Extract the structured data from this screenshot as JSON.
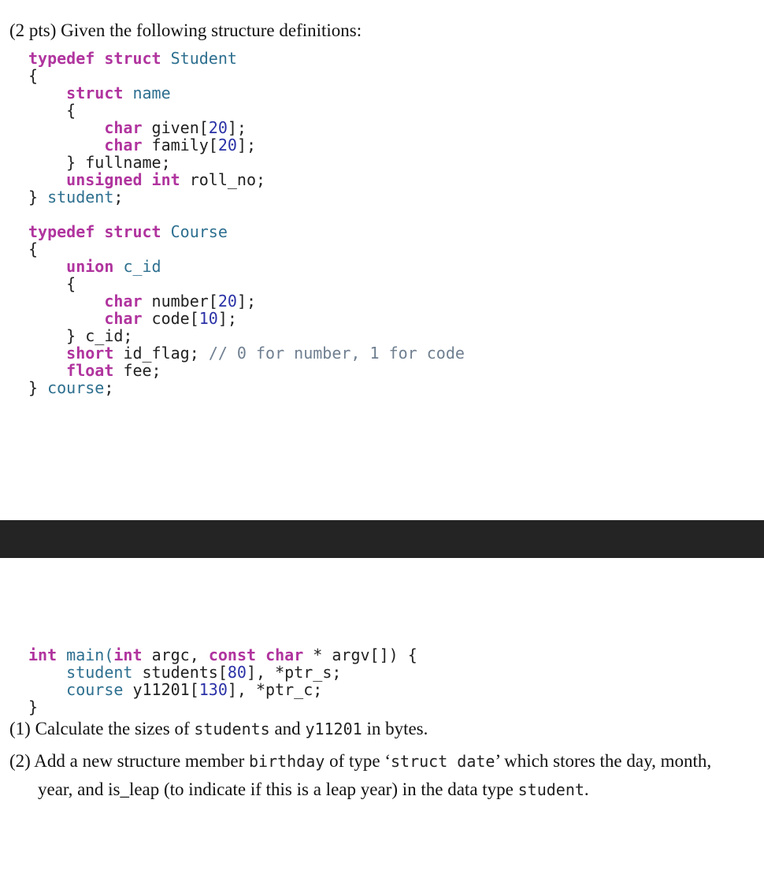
{
  "heading": "(2 pts) Given the following structure definitions:",
  "code1": {
    "l1_kw": "typedef struct",
    "l1_ty": "Student",
    "l2": "{",
    "l3_kw": "struct",
    "l3_ty": "name",
    "l4": "{",
    "l5_kw": "char",
    "l5_name": "given[",
    "l5_num": "20",
    "l5_end": "];",
    "l6_kw": "char",
    "l6_name": "family[",
    "l6_num": "20",
    "l6_end": "];",
    "l7": "} fullname;",
    "l8_kw": "unsigned int",
    "l8_rest": "roll_no;",
    "l9_brace": "}",
    "l9_ty": "student",
    "l9_end": ";",
    "l11_kw": "typedef struct",
    "l11_ty": "Course",
    "l12": "{",
    "l13_kw": "union",
    "l13_ty": "c_id",
    "l14": "{",
    "l15_kw": "char",
    "l15_name": "number[",
    "l15_num": "20",
    "l15_end": "];",
    "l16_kw": "char",
    "l16_name": "code[",
    "l16_num": "10",
    "l16_end": "];",
    "l17": "} c_id;",
    "l18_kw": "short",
    "l18_rest": "id_flag;",
    "l18_cm": "// 0 for number, 1 for code",
    "l19_kw": "float",
    "l19_rest": "fee;",
    "l20_brace": "}",
    "l20_ty": "course",
    "l20_end": ";"
  },
  "code2": {
    "m1_kw1": "int",
    "m1_fn": "main(",
    "m1_kw2": "int",
    "m1_a": "argc,",
    "m1_kw3": "const char",
    "m1_b": "* argv[]) {",
    "m2_ty": "student",
    "m2_a": "students[",
    "m2_num": "80",
    "m2_b": "], *ptr_s;",
    "m3_ty": "course",
    "m3_a": "y11201[",
    "m3_num": "130",
    "m3_b": "], *ptr_c;",
    "m4": "}"
  },
  "questions": {
    "q1_a": "(1) Calculate the sizes of ",
    "q1_code1": "students",
    "q1_b": " and ",
    "q1_code2": "y11201",
    "q1_c": " in bytes.",
    "q2_a": "(2) Add a new structure member ",
    "q2_code1": "birthday",
    "q2_b": " of type ‘",
    "q2_code2": "struct date",
    "q2_c": "’ which stores the day, month, year, and is_leap (to indicate if this is a leap year) in the data type ",
    "q2_code3": "student",
    "q2_d": "."
  },
  "colors": {
    "keyword": "#b0349e",
    "type": "#2d6f8f",
    "number": "#2a31a6",
    "comment": "#6f7f90",
    "divider": "#242424"
  }
}
